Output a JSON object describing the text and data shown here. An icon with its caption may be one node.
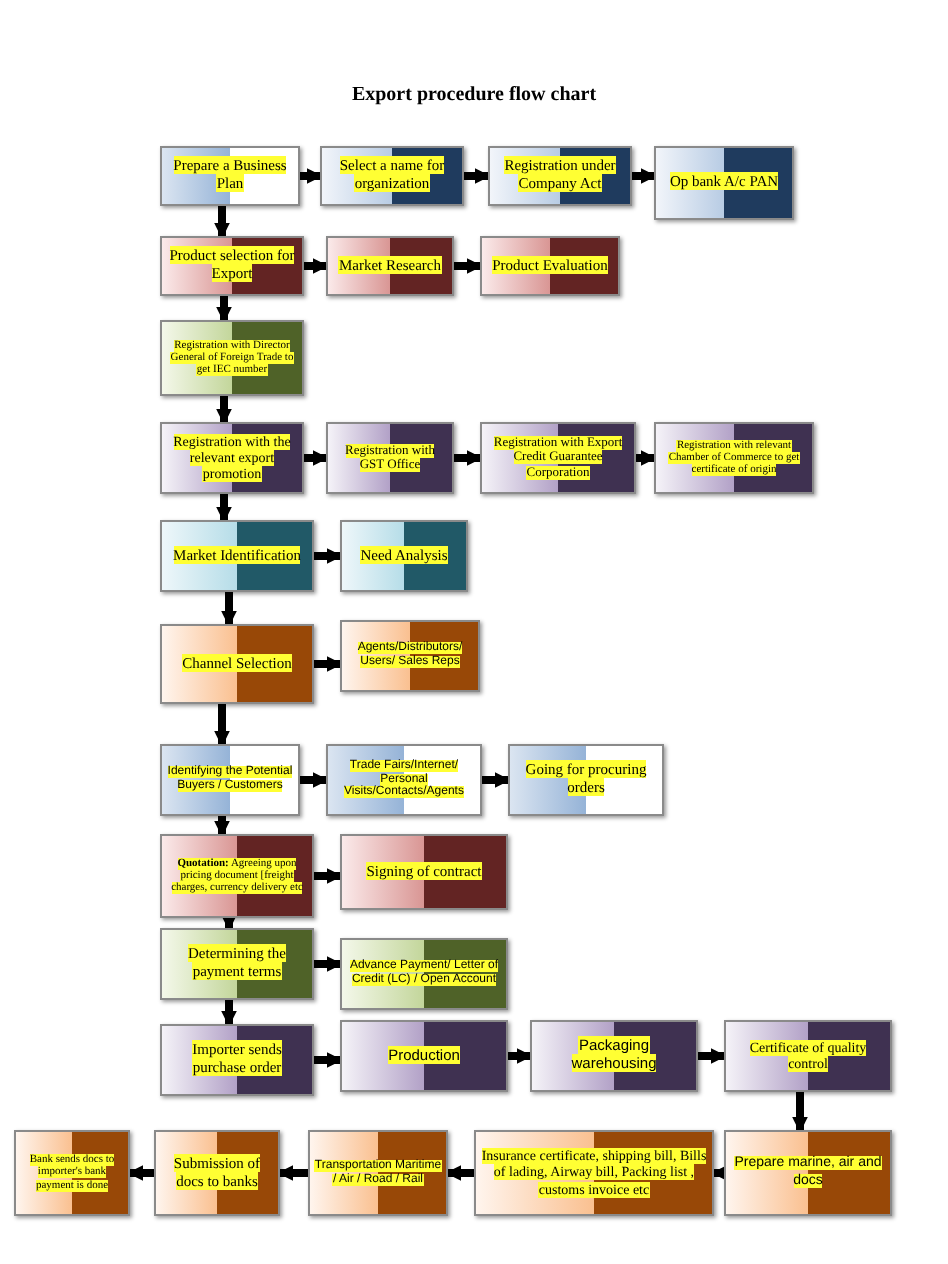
{
  "diagram": {
    "title": "Export procedure flow chart",
    "nodes": [
      {
        "text": [
          "Prepare a Business Plan"
        ]
      },
      {
        "text": [
          "Select a name for organization"
        ]
      },
      {
        "text": [
          "Registration under Company Act"
        ]
      },
      {
        "text": [
          "Op bank A/c PAN"
        ]
      },
      {
        "text": [
          "Product selection for Export"
        ]
      },
      {
        "text": [
          "Market Research"
        ]
      },
      {
        "text": [
          "Product Evaluation"
        ]
      },
      {
        "text": [
          "Registration with Director General of Foreign Trade to get IEC number"
        ]
      },
      {
        "text": [
          "Registration with the relevant export promotion"
        ]
      },
      {
        "text": [
          "Registration with GST Office"
        ]
      },
      {
        "text": [
          "Registration with Export Credit Guarantee Corporation"
        ]
      },
      {
        "text": [
          "Registration with relevant Chamber of Commerce to get certificate of origin"
        ]
      },
      {
        "text": [
          "Market Identification"
        ]
      },
      {
        "text": [
          "Need Analysis"
        ]
      },
      {
        "text": [
          "Channel Selection"
        ]
      },
      {
        "text": [
          "Agents/Distributors/ Users/ Sales Reps"
        ]
      },
      {
        "text": [
          "Identifying the Potential Buyers / Customers"
        ]
      },
      {
        "text": [
          "Trade Fairs/Internet/ Personal Visits/Contacts/Agents"
        ]
      },
      {
        "text": [
          "Going for procuring orders"
        ]
      },
      {
        "text": [
          "**Quotation:** Agreeing upon pricing document [freight charges, currency delivery etc"
        ]
      },
      {
        "text": [
          "Signing of contract"
        ]
      },
      {
        "text": [
          "Determining the payment terms"
        ]
      },
      {
        "text": [
          "Advance Payment/ Letter of Credit (LC) / Open Account"
        ]
      },
      {
        "text": [
          "Importer sends purchase order"
        ]
      },
      {
        "text": [
          "Production"
        ]
      },
      {
        "text": [
          "Packaging warehousing"
        ]
      },
      {
        "text": [
          "Certificate of quality control"
        ]
      },
      {
        "text": [
          "Prepare marine, air and docs"
        ]
      },
      {
        "text": [
          "Insurance certificate, shipping bill, Bills of lading, Airway bill, Packing list , customs invoice etc"
        ]
      },
      {
        "text": [
          "Transportation Maritime / Air / Road / Rail"
        ]
      },
      {
        "text": [
          "Submission of docs to banks"
        ]
      },
      {
        "text": [
          "Bank sends docs to importer's bank payment is done"
        ]
      }
    ],
    "edges": [
      {
        "from": 0,
        "to": 1,
        "arrow": "to"
      },
      {
        "from": 1,
        "to": 2,
        "arrow": "to"
      },
      {
        "from": 2,
        "to": 3,
        "arrow": "to"
      },
      {
        "from": 0,
        "to": 4,
        "arrow": "to"
      },
      {
        "from": 4,
        "to": 5,
        "arrow": "to"
      },
      {
        "from": 5,
        "to": 6,
        "arrow": "to"
      },
      {
        "from": 4,
        "to": 7,
        "arrow": "to"
      },
      {
        "from": 7,
        "to": 8,
        "arrow": "to"
      },
      {
        "from": 8,
        "to": 9,
        "arrow": "to"
      },
      {
        "from": 9,
        "to": 10,
        "arrow": "to"
      },
      {
        "from": 10,
        "to": 11,
        "arrow": "to"
      },
      {
        "from": 8,
        "to": 12,
        "arrow": "to"
      },
      {
        "from": 12,
        "to": 13,
        "arrow": "to"
      },
      {
        "from": 12,
        "to": 14,
        "arrow": "to"
      },
      {
        "from": 14,
        "to": 15,
        "arrow": "to"
      },
      {
        "from": 14,
        "to": 16,
        "arrow": "to"
      },
      {
        "from": 16,
        "to": 17,
        "arrow": "to"
      },
      {
        "from": 17,
        "to": 18,
        "arrow": "to"
      },
      {
        "from": 16,
        "to": 19,
        "arrow": "to"
      },
      {
        "from": 19,
        "to": 20,
        "arrow": "to"
      },
      {
        "from": 19,
        "to": 21,
        "arrow": "to"
      },
      {
        "from": 21,
        "to": 22,
        "arrow": "to"
      },
      {
        "from": 21,
        "to": 23,
        "arrow": "to"
      },
      {
        "from": 23,
        "to": 24,
        "arrow": "to"
      },
      {
        "from": 24,
        "to": 25,
        "arrow": "to"
      },
      {
        "from": 25,
        "to": 26,
        "arrow": "to"
      },
      {
        "from": 26,
        "to": 27,
        "arrow": "to"
      },
      {
        "from": 27,
        "to": 28,
        "arrow": "to"
      },
      {
        "from": 28,
        "to": 29,
        "arrow": "to"
      },
      {
        "from": 29,
        "to": 30,
        "arrow": "to"
      },
      {
        "from": 30,
        "to": 31,
        "arrow": "to"
      }
    ]
  }
}
